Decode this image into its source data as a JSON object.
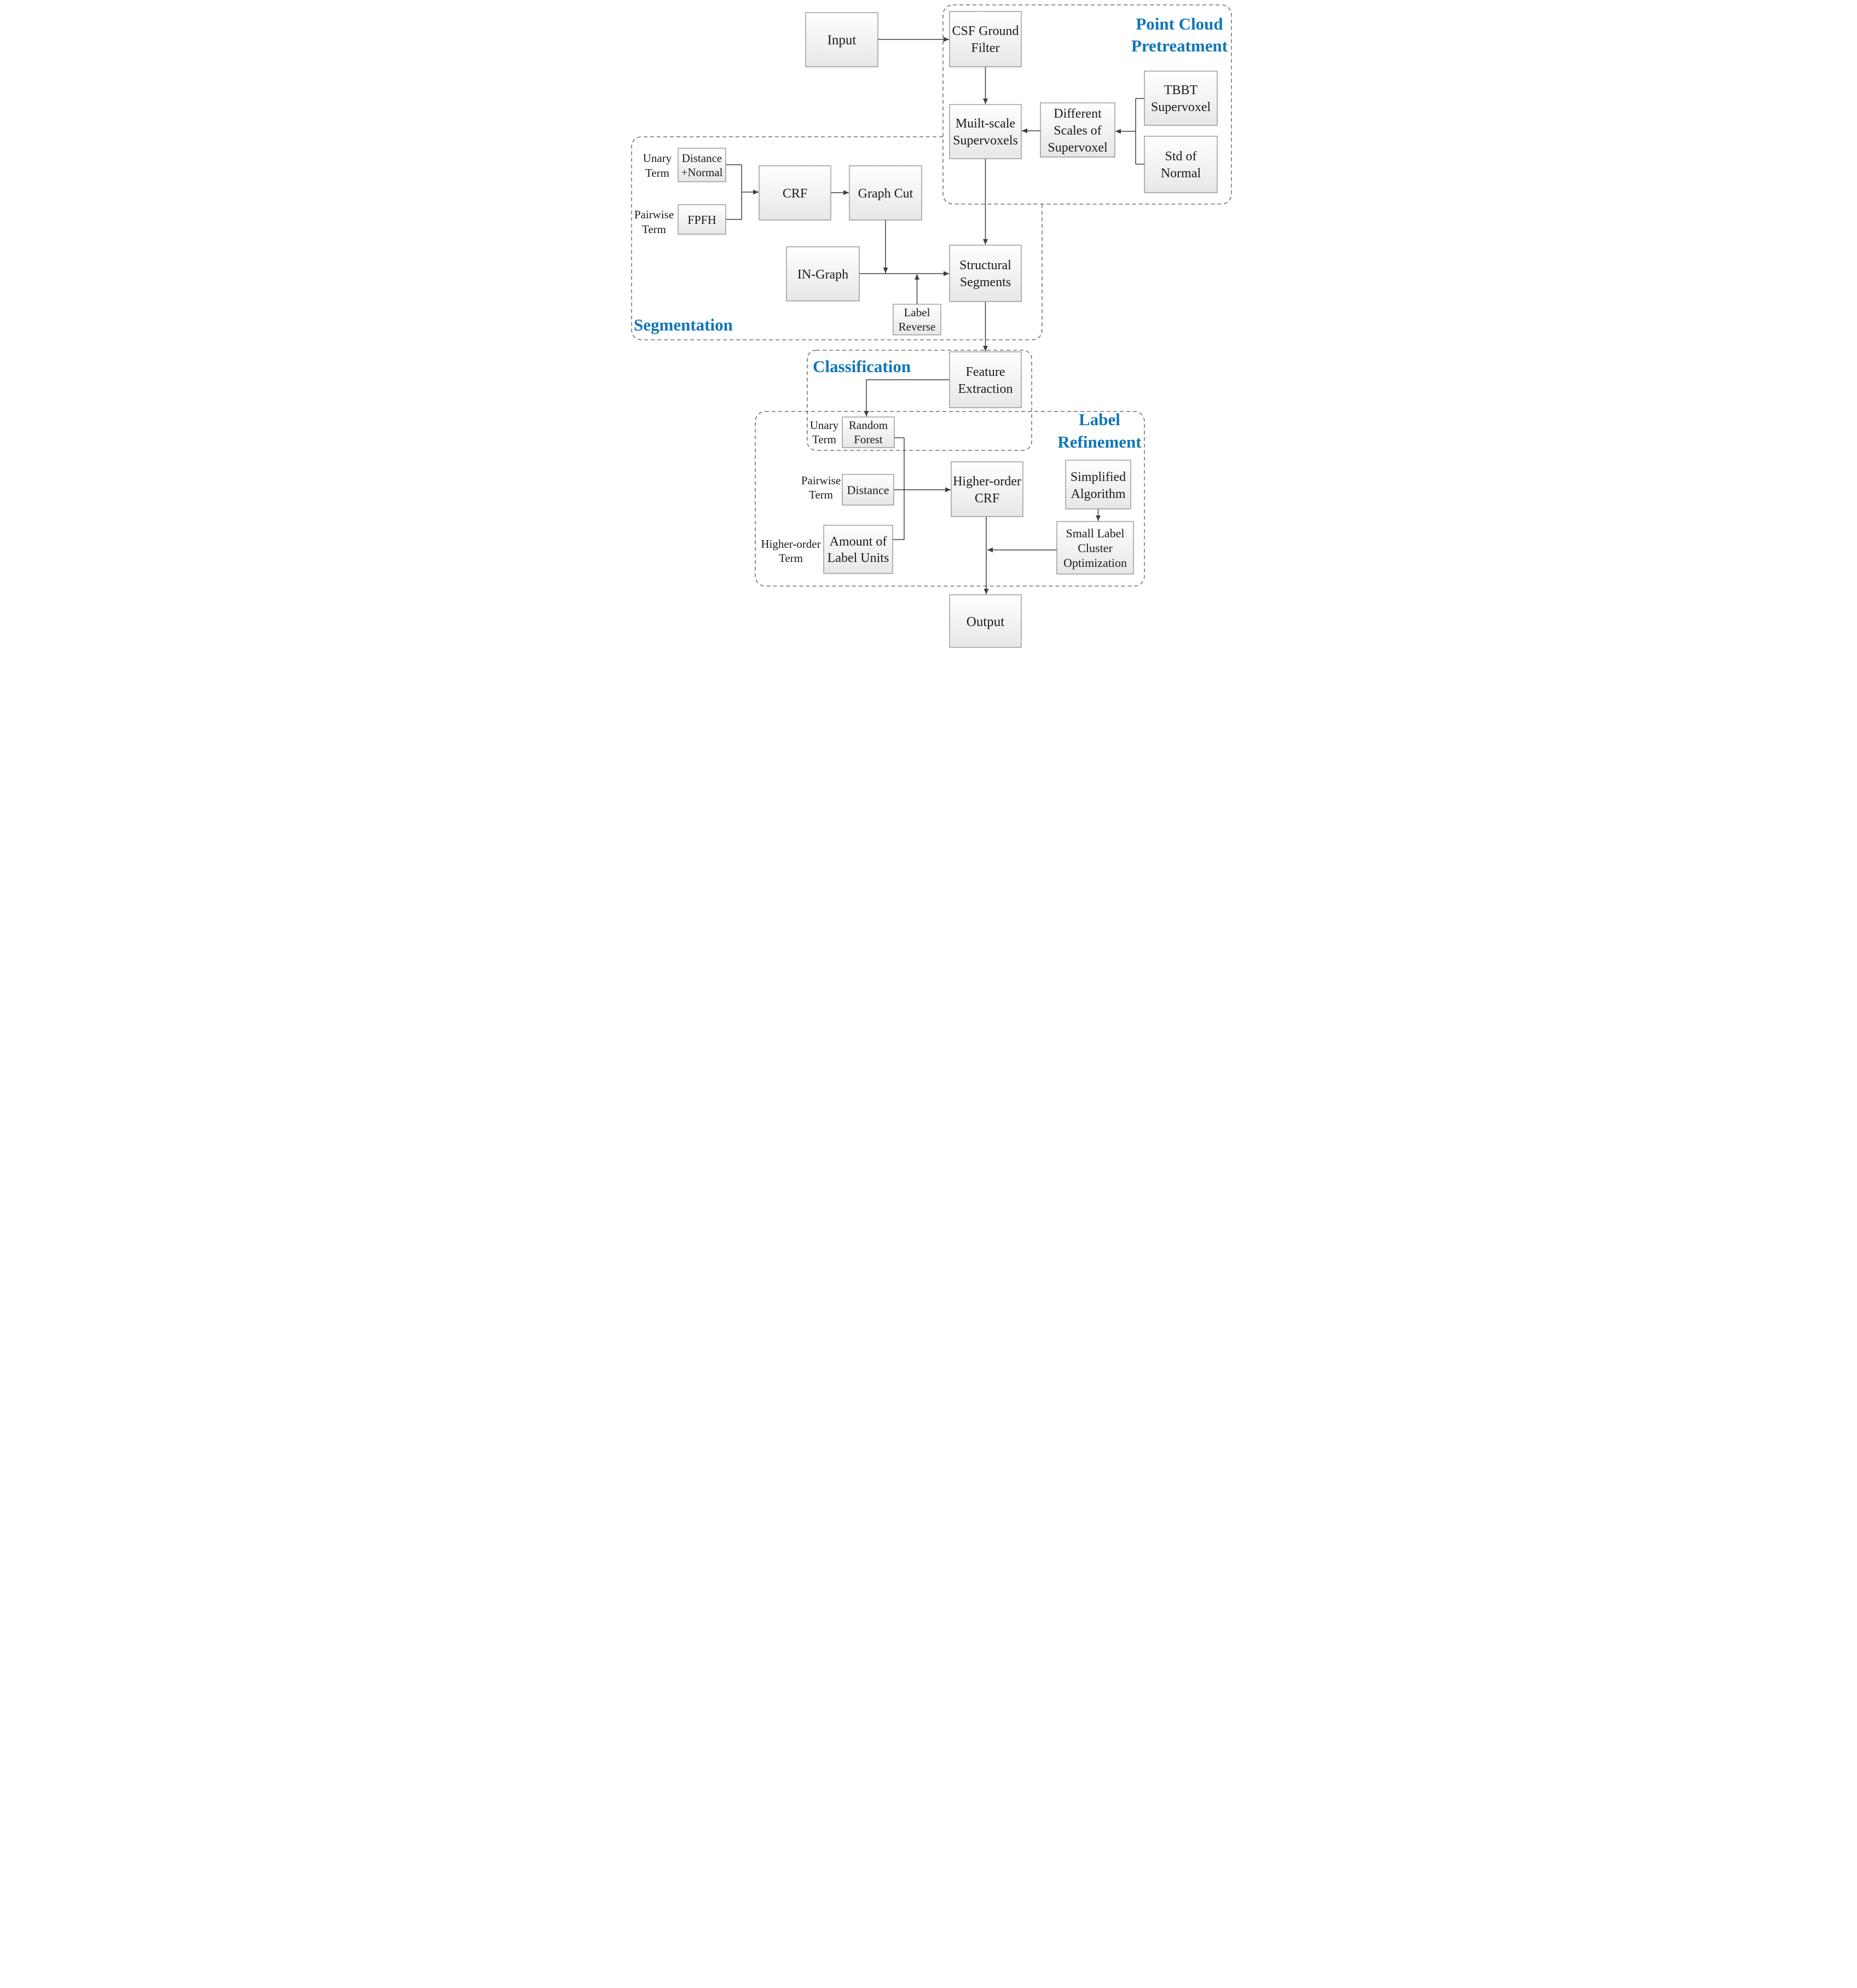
{
  "colors": {
    "section_title": "#0f76b8",
    "box_border": "#7a7a7a",
    "arrow": "#3f3f3f",
    "region_dash": "#555555",
    "box_fill_top": "#ffffff",
    "box_fill_bottom": "#e7e7e7"
  },
  "sections": {
    "pretreatment": {
      "title_line1": "Point Cloud",
      "title_line2": "Pretreatment"
    },
    "segmentation": {
      "title": "Segmentation"
    },
    "classification": {
      "title": "Classification"
    },
    "label_refinement": {
      "title_line1": "Label",
      "title_line2": "Refinement"
    }
  },
  "boxes": {
    "input": {
      "label": "Input"
    },
    "csf_ground_filter": {
      "line1": "CSF Ground",
      "line2": "Filter"
    },
    "tbbt_supervoxel": {
      "line1": "TBBT",
      "line2": "Supervoxel"
    },
    "std_of_normal": {
      "line1": "Std of",
      "line2": "Normal"
    },
    "different_scales": {
      "line1": "Different",
      "line2": "Scales of",
      "line3": "Supervoxel"
    },
    "multi_scale_supervoxels": {
      "line1": "Muilt-scale",
      "line2": "Supervoxels"
    },
    "distance_normal": {
      "line1": "Distance",
      "line2": "+Normal"
    },
    "fpfh": {
      "label": "FPFH"
    },
    "crf": {
      "label": "CRF"
    },
    "graph_cut": {
      "label": "Graph Cut"
    },
    "in_graph": {
      "label": "IN-Graph"
    },
    "label_reverse": {
      "line1": "Label",
      "line2": "Reverse"
    },
    "structural_segments": {
      "line1": "Structural",
      "line2": "Segments"
    },
    "feature_extraction": {
      "line1": "Feature",
      "line2": "Extraction"
    },
    "random_forest": {
      "line1": "Random",
      "line2": "Forest"
    },
    "distance": {
      "label": "Distance"
    },
    "higher_order_crf": {
      "line1": "Higher-order",
      "line2": "CRF"
    },
    "simplified_algorithm": {
      "line1": "Simplified",
      "line2": "Algorithm"
    },
    "amount_of_label_units": {
      "line1": "Amount of",
      "line2": "Label Units"
    },
    "small_label_cluster": {
      "line1": "Small Label",
      "line2": "Cluster",
      "line3": "Optimization"
    },
    "output": {
      "label": "Output"
    }
  },
  "side_labels": {
    "unary_term_seg": {
      "line1": "Unary",
      "line2": "Term"
    },
    "pairwise_term_seg": {
      "line1": "Pairwise",
      "line2": "Term"
    },
    "unary_term_cls": {
      "line1": "Unary",
      "line2": "Term"
    },
    "pairwise_term_ref": {
      "line1": "Pairwise",
      "line2": "Term"
    },
    "higher_order_term_ref": {
      "line1": "Higher-order",
      "line2": "Term"
    }
  }
}
